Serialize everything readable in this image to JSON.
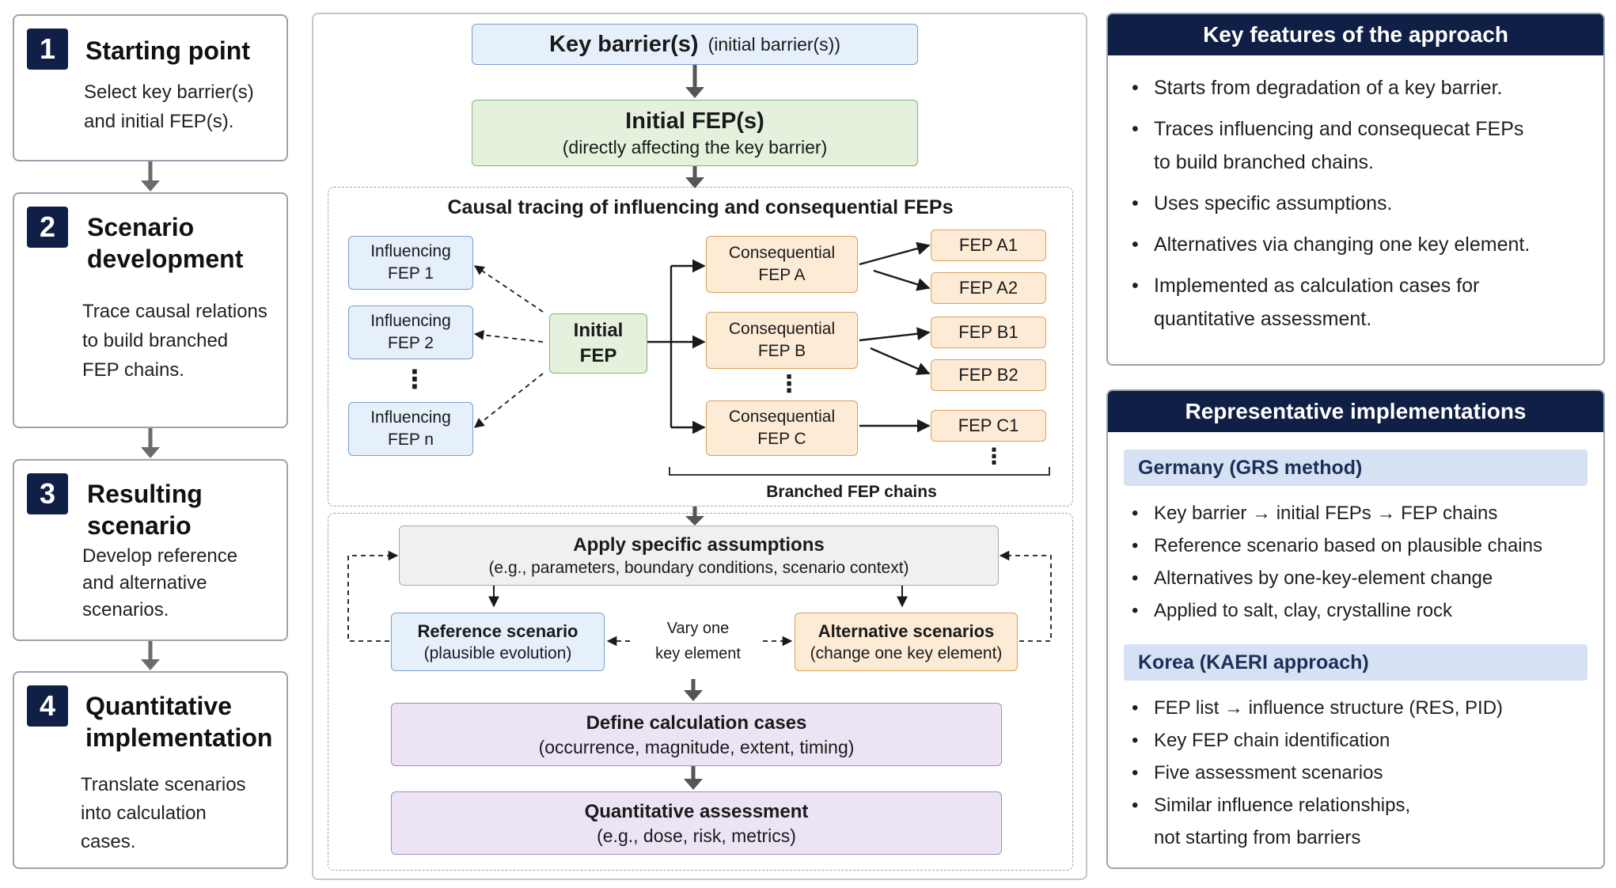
{
  "steps": [
    {
      "num": "1",
      "title": "Starting point",
      "desc": [
        "Select key barrier(s)",
        "and initial FEP(s)."
      ]
    },
    {
      "num": "2",
      "title": [
        "Scenario",
        "development"
      ],
      "desc": [
        "Trace causal relations",
        "to build branched",
        "FEP chains."
      ]
    },
    {
      "num": "3",
      "title": [
        "Resulting",
        "scenario"
      ],
      "desc": [
        "Develop reference",
        "and alternative",
        "scenarios."
      ]
    },
    {
      "num": "4",
      "title": [
        "Quantitative",
        "implementation"
      ],
      "desc": [
        "Translate scenarios",
        "into calculation",
        "cases."
      ]
    }
  ],
  "center": {
    "key_barrier": {
      "main": "Key barrier(s)",
      "sub": "(initial barrier(s))"
    },
    "initial_fep": {
      "main": "Initial FEP(s)",
      "sub": "(directly affecting the key barrier)"
    },
    "causal_title": "Causal tracing of influencing and consequential FEPs",
    "influencing": [
      [
        "Influencing",
        "FEP 1"
      ],
      [
        "Influencing",
        "FEP 2"
      ],
      [
        "Influencing",
        "FEP n"
      ]
    ],
    "initial_node": [
      "Initial",
      "FEP"
    ],
    "consequential": [
      [
        "Consequential",
        "FEP A"
      ],
      [
        "Consequential",
        "FEP B"
      ],
      [
        "Consequential",
        "FEP C"
      ]
    ],
    "leaves": [
      "FEP A1",
      "FEP A2",
      "FEP B1",
      "FEP B2",
      "FEP C1"
    ],
    "ellipsis": "⋮",
    "branched_label": "Branched FEP chains",
    "assumptions": {
      "main": "Apply specific assumptions",
      "sub": "(e.g., parameters, boundary conditions, scenario context)"
    },
    "reference": {
      "main": "Reference scenario",
      "sub": "(plausible evolution)"
    },
    "vary": [
      "Vary one",
      "key element"
    ],
    "alternative": {
      "main": "Alternative scenarios",
      "sub": "(change one key element)"
    },
    "calc_cases": {
      "main": "Define calculation cases",
      "sub": "(occurrence, magnitude, extent, timing)"
    },
    "quant": {
      "main": "Quantitative assessment",
      "sub": "(e.g., dose, risk, metrics)"
    }
  },
  "key_features": {
    "header": "Key features of the approach",
    "items": [
      [
        "Starts from degradation of a key barrier."
      ],
      [
        "Traces influencing and consequecat FEPs",
        "to build branched chains."
      ],
      [
        "Uses specific assumptions."
      ],
      [
        "Alternatives via changing one key element."
      ],
      [
        "Implemented as calculation cases for",
        "quantitative assessment."
      ]
    ]
  },
  "implementations": {
    "header": "Representative implementations",
    "germany": {
      "label": "Germany (GRS method)",
      "items": [
        [
          "Key barrier → initial FEPs → FEP chains"
        ],
        [
          "Reference scenario based on plausible chains"
        ],
        [
          "Alternatives by one-key-element change"
        ],
        [
          "Applied to salt, clay, crystalline rock"
        ]
      ]
    },
    "korea": {
      "label": "Korea (KAERI approach)",
      "items": [
        [
          "FEP list → influence structure (RES, PID)"
        ],
        [
          "Key FEP chain identification"
        ],
        [
          "Five assessment scenarios"
        ],
        [
          "Similar influence relationships,",
          "not starting from barriers"
        ]
      ]
    }
  },
  "colors": {
    "navy": "#0f1f45",
    "blue_fill": "#e6f0fb",
    "green_fill": "#e4f1dc",
    "orange_fill": "#fdebd5",
    "gray_fill": "#f0f0f0",
    "purple_fill": "#ece4f5",
    "band_fill": "#d6e2f3"
  }
}
